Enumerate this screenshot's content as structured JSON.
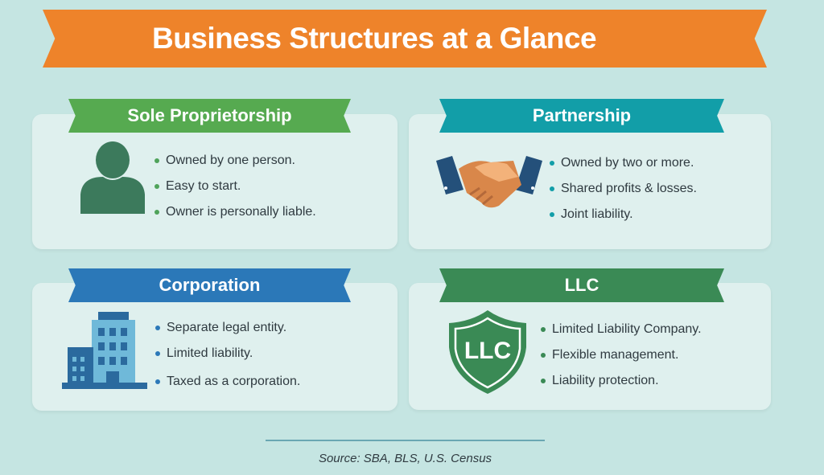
{
  "title": "Business Structures at a Glance",
  "colors": {
    "background": "#c5e5e2",
    "banner": "#ee832a",
    "sole": "#56aa50",
    "partnership": "#129ea8",
    "corporation": "#2b78b8",
    "llc": "#3a8a55"
  },
  "sections": [
    {
      "title": "Sole Proprietorship",
      "icon": "person-icon",
      "bullets": [
        "Owned by one person.",
        "Easy to start.",
        "Owner is personally liable."
      ]
    },
    {
      "title": "Partnership",
      "icon": "handshake-icon",
      "bullets": [
        "Owned by two or more.",
        "Shared profits & losses.",
        "Joint liability."
      ]
    },
    {
      "title": "Corporation",
      "icon": "building-icon",
      "bullets": [
        "Separate legal entity.",
        "Limited liability.",
        "Taxed as a corporation."
      ]
    },
    {
      "title": "LLC",
      "icon": "shield-icon",
      "shield_text": "LLC",
      "bullets": [
        "Limited Liability Company.",
        "Flexible management.",
        "Liability protection."
      ]
    }
  ],
  "source": "Source: SBA, BLS, U.S. Census"
}
